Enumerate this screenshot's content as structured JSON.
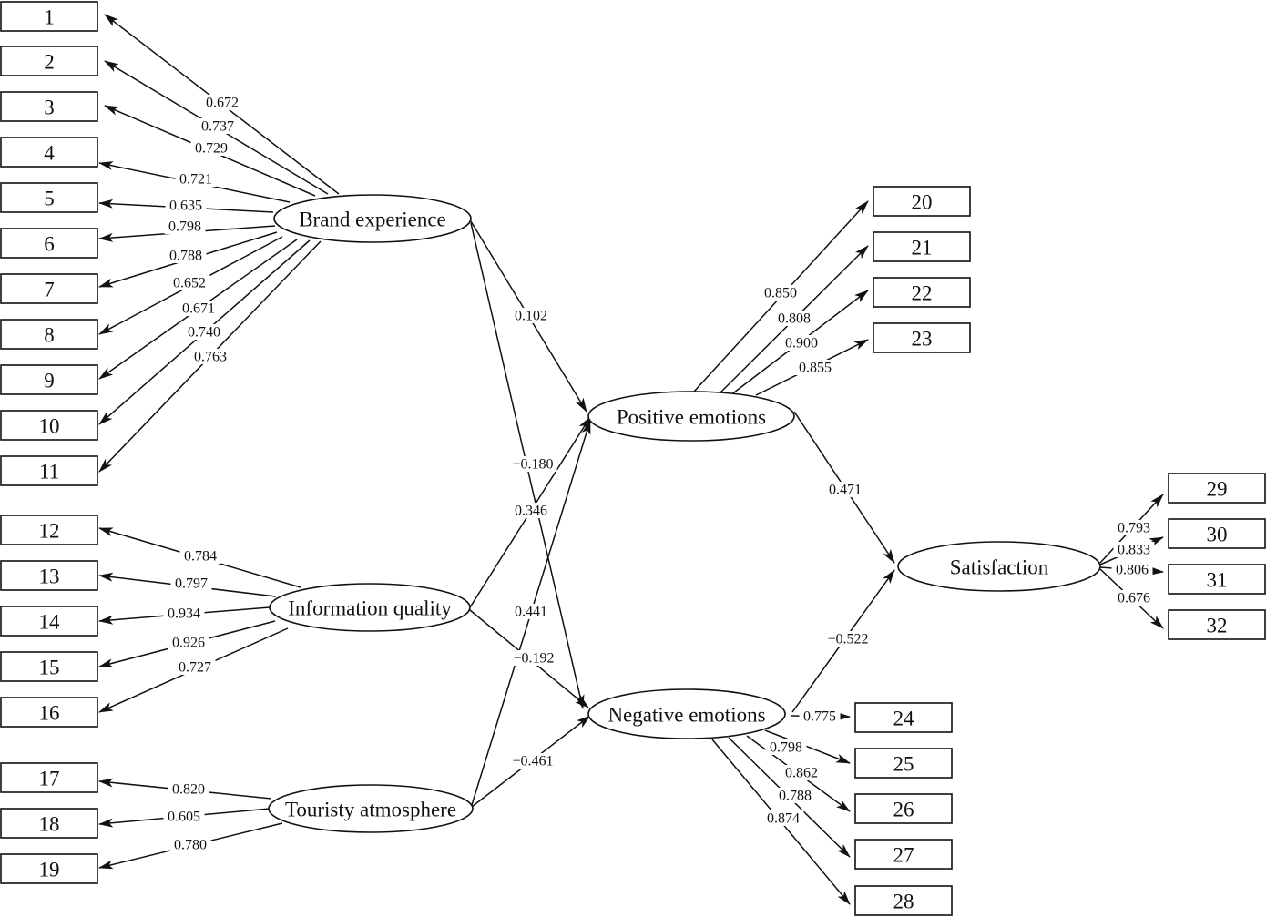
{
  "diagram": {
    "latents": [
      {
        "id": "BE",
        "label": "Brand experience"
      },
      {
        "id": "IQ",
        "label": "Information quality"
      },
      {
        "id": "TA",
        "label": "Touristy atmosphere"
      },
      {
        "id": "PE",
        "label": "Positive emotions"
      },
      {
        "id": "NE",
        "label": "Negative emotions"
      },
      {
        "id": "SA",
        "label": "Satisfaction"
      }
    ],
    "indicators": [
      {
        "label": "1",
        "latent": "BE",
        "loading": "0.672"
      },
      {
        "label": "2",
        "latent": "BE",
        "loading": "0.737"
      },
      {
        "label": "3",
        "latent": "BE",
        "loading": "0.729"
      },
      {
        "label": "4",
        "latent": "BE",
        "loading": "0.721"
      },
      {
        "label": "5",
        "latent": "BE",
        "loading": "0.635"
      },
      {
        "label": "6",
        "latent": "BE",
        "loading": "0.798"
      },
      {
        "label": "7",
        "latent": "BE",
        "loading": "0.788"
      },
      {
        "label": "8",
        "latent": "BE",
        "loading": "0.652"
      },
      {
        "label": "9",
        "latent": "BE",
        "loading": "0.671"
      },
      {
        "label": "10",
        "latent": "BE",
        "loading": "0.740"
      },
      {
        "label": "11",
        "latent": "BE",
        "loading": "0.763"
      },
      {
        "label": "12",
        "latent": "IQ",
        "loading": "0.784"
      },
      {
        "label": "13",
        "latent": "IQ",
        "loading": "0.797"
      },
      {
        "label": "14",
        "latent": "IQ",
        "loading": "0.934"
      },
      {
        "label": "15",
        "latent": "IQ",
        "loading": "0.926"
      },
      {
        "label": "16",
        "latent": "IQ",
        "loading": "0.727"
      },
      {
        "label": "17",
        "latent": "TA",
        "loading": "0.820"
      },
      {
        "label": "18",
        "latent": "TA",
        "loading": "0.605"
      },
      {
        "label": "19",
        "latent": "TA",
        "loading": "0.780"
      },
      {
        "label": "20",
        "latent": "PE",
        "loading": "0.850"
      },
      {
        "label": "21",
        "latent": "PE",
        "loading": "0.808"
      },
      {
        "label": "22",
        "latent": "PE",
        "loading": "0.900"
      },
      {
        "label": "23",
        "latent": "PE",
        "loading": "0.855"
      },
      {
        "label": "24",
        "latent": "NE",
        "loading": "0.775"
      },
      {
        "label": "25",
        "latent": "NE",
        "loading": "0.798"
      },
      {
        "label": "26",
        "latent": "NE",
        "loading": "0.862"
      },
      {
        "label": "27",
        "latent": "NE",
        "loading": "0.788"
      },
      {
        "label": "28",
        "latent": "NE",
        "loading": "0.874"
      },
      {
        "label": "29",
        "latent": "SA",
        "loading": "0.793"
      },
      {
        "label": "30",
        "latent": "SA",
        "loading": "0.833"
      },
      {
        "label": "31",
        "latent": "SA",
        "loading": "0.806"
      },
      {
        "label": "32",
        "latent": "SA",
        "loading": "0.676"
      }
    ],
    "paths": [
      {
        "from": "BE",
        "to": "PE",
        "coefficient": "0.102"
      },
      {
        "from": "BE",
        "to": "NE",
        "coefficient": "−0.180"
      },
      {
        "from": "IQ",
        "to": "PE",
        "coefficient": "0.346"
      },
      {
        "from": "IQ",
        "to": "NE",
        "coefficient": "−0.192"
      },
      {
        "from": "TA",
        "to": "PE",
        "coefficient": "0.441"
      },
      {
        "from": "TA",
        "to": "NE",
        "coefficient": "−0.461"
      },
      {
        "from": "PE",
        "to": "SA",
        "coefficient": "0.471"
      },
      {
        "from": "NE",
        "to": "SA",
        "coefficient": "−0.522"
      }
    ]
  }
}
